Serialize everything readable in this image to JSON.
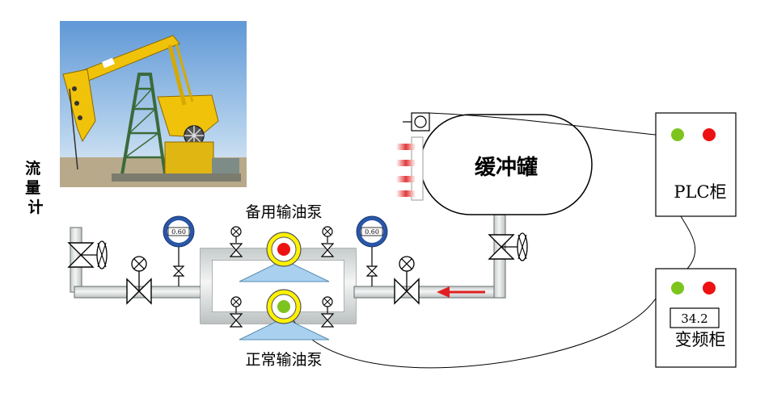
{
  "labels": {
    "flow_meter": "流量计",
    "standby_pump": "备用输油泵",
    "normal_pump": "正常输油泵",
    "buffer_tank": "缓冲罐",
    "plc_cabinet": "PLC柜",
    "vfd_cabinet": "变频柜"
  },
  "gauges": {
    "left_reading": "0.60",
    "right_reading": "0.60"
  },
  "vfd_display": "34.2",
  "status": {
    "standby_pump_indicator": "red",
    "normal_pump_indicator": "green",
    "plc_lamps": [
      "green",
      "red"
    ],
    "vfd_lamps": [
      "green",
      "red"
    ]
  },
  "colors": {
    "lamp_green": "#7dc41f",
    "lamp_red": "#ee1111",
    "pump_base": "#a9d1ef",
    "pump_ring": "#fff200",
    "gauge_blue": "#2a56a8",
    "flow_arrow": "#e02020"
  },
  "icons": {
    "oil_pumpjack_photo": "pumpjack-photo",
    "gate_valve": "valve-icon",
    "pressure_gauge": "gauge-icon",
    "transmitter": "transmitter-icon"
  }
}
